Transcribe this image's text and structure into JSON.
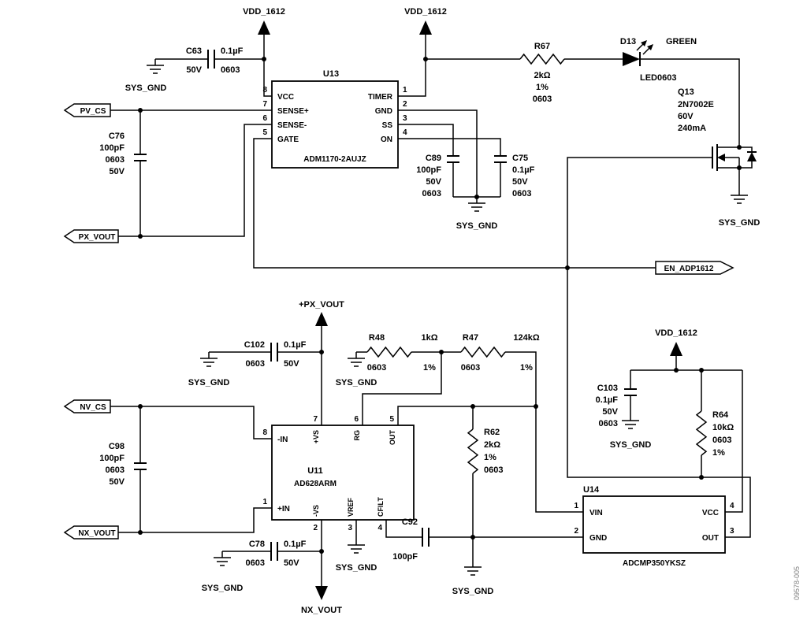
{
  "doc": {
    "number": "09578-005"
  },
  "nets": {
    "vdd": "VDD_1612",
    "gnd": "SYS_GND",
    "px_vout_flag": "+PX_VOUT",
    "nx_vout_flag": "NX_VOUT"
  },
  "ports": {
    "pv_cs": "PV_CS",
    "px_vout": "PX_VOUT",
    "nv_cs": "NV_CS",
    "nx_vout": "NX_VOUT",
    "en": "EN_ADP1612"
  },
  "u13": {
    "ref": "U13",
    "part": "ADM1170-2AUJZ",
    "left_pins": [
      {
        "num": "8",
        "name": "VCC"
      },
      {
        "num": "7",
        "name": "SENSE+"
      },
      {
        "num": "6",
        "name": "SENSE-"
      },
      {
        "num": "5",
        "name": "GATE"
      }
    ],
    "right_pins": [
      {
        "num": "1",
        "name": "TIMER"
      },
      {
        "num": "2",
        "name": "GND"
      },
      {
        "num": "3",
        "name": "SS"
      },
      {
        "num": "4",
        "name": "ON"
      }
    ]
  },
  "u11": {
    "ref": "U11",
    "part": "AD628ARM",
    "left_pins": [
      {
        "num": "8",
        "name": "-IN"
      },
      {
        "num": "1",
        "name": "+IN"
      }
    ],
    "top_pins": [
      {
        "num": "7",
        "name": "+VS"
      },
      {
        "num": "6",
        "name": "RG"
      },
      {
        "num": "5",
        "name": "OUT"
      }
    ],
    "bottom_pins": [
      {
        "num": "2",
        "name": "-VS"
      },
      {
        "num": "3",
        "name": "VREF"
      },
      {
        "num": "4",
        "name": "CFILT"
      }
    ]
  },
  "u14": {
    "ref": "U14",
    "part": "ADCMP350YKSZ",
    "left_pins": [
      {
        "num": "1",
        "name": "VIN"
      },
      {
        "num": "2",
        "name": "GND"
      }
    ],
    "right_pins": [
      {
        "num": "4",
        "name": "VCC"
      },
      {
        "num": "3",
        "name": "OUT"
      }
    ]
  },
  "q13": {
    "ref": "Q13",
    "part": "2N7002E",
    "rating_v": "60V",
    "rating_i": "240mA"
  },
  "d13": {
    "ref": "D13",
    "color": "GREEN",
    "package": "LED0603"
  },
  "resistors": {
    "r67": {
      "ref": "R67",
      "value": "2kΩ",
      "tol": "1%",
      "size": "0603"
    },
    "r48": {
      "ref": "R48",
      "value": "1kΩ",
      "tol": "1%",
      "size": "0603"
    },
    "r47": {
      "ref": "R47",
      "value": "124kΩ",
      "tol": "1%",
      "size": "0603"
    },
    "r62": {
      "ref": "R62",
      "value": "2kΩ",
      "tol": "1%",
      "size": "0603"
    },
    "r64": {
      "ref": "R64",
      "value": "10kΩ",
      "tol": "1%",
      "size": "0603"
    }
  },
  "capacitors": {
    "c63": {
      "ref": "C63",
      "value": "0.1µF",
      "volt": "50V",
      "size": "0603"
    },
    "c76": {
      "ref": "C76",
      "value": "100pF",
      "volt": "50V",
      "size": "0603"
    },
    "c89": {
      "ref": "C89",
      "value": "100pF",
      "volt": "50V",
      "size": "0603"
    },
    "c75": {
      "ref": "C75",
      "value": "0.1µF",
      "volt": "50V",
      "size": "0603"
    },
    "c102": {
      "ref": "C102",
      "value": "0.1µF",
      "volt": "50V",
      "size": "0603"
    },
    "c98": {
      "ref": "C98",
      "value": "100pF",
      "volt": "50V",
      "size": "0603"
    },
    "c78": {
      "ref": "C78",
      "value": "0.1µF",
      "volt": "50V",
      "size": "0603"
    },
    "c92": {
      "ref": "C92",
      "value": "100pF"
    },
    "c103": {
      "ref": "C103",
      "value": "0.1µF",
      "volt": "50V",
      "size": "0603"
    }
  }
}
